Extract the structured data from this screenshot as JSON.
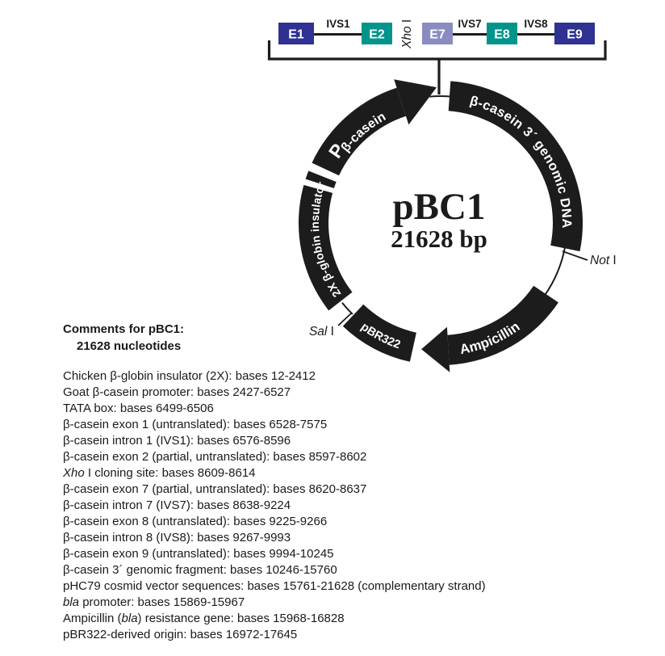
{
  "exon_map": {
    "exons": [
      {
        "label": "E1"
      },
      {
        "label": "E2"
      },
      {
        "label": "E7"
      },
      {
        "label": "E8"
      },
      {
        "label": "E9"
      }
    ],
    "introns": [
      {
        "label": "IVS1"
      },
      {
        "label": "IVS7"
      },
      {
        "label": "IVS8"
      }
    ],
    "cloning_site": {
      "italic": "Xho",
      "regular": " I"
    }
  },
  "plasmid": {
    "name": "pBC1",
    "size": "21628 bp",
    "segments": {
      "promoter_prefix": "P",
      "promoter_sub": "β-casein",
      "genomic": "β-casein 3´ genomic DNA",
      "insulator": "2X β-globin insulator",
      "ampicillin": "Ampicillin",
      "pbr322": "pBR322"
    },
    "sites": {
      "not": {
        "italic": "Not",
        "regular": " I"
      },
      "sal": {
        "italic": "Sal",
        "regular": " I"
      }
    }
  },
  "comments": {
    "heading": "Comments for pBC1:",
    "subheading": "21628 nucleotides",
    "lines": [
      {
        "pre": "Chicken β-globin insulator (2X): bases 12-2412",
        "it": "",
        "post": ""
      },
      {
        "pre": "Goat β-casein promoter: bases 2427-6527",
        "it": "",
        "post": ""
      },
      {
        "pre": "TATA box: bases 6499-6506",
        "it": "",
        "post": ""
      },
      {
        "pre": "β-casein exon 1 (untranslated): bases 6528-7575",
        "it": "",
        "post": ""
      },
      {
        "pre": "β-casein intron 1 (IVS1): bases 6576-8596",
        "it": "",
        "post": ""
      },
      {
        "pre": "β-casein exon 2 (partial, untranslated): bases 8597-8602",
        "it": "",
        "post": ""
      },
      {
        "pre": "",
        "it": "Xho",
        "post": " I cloning site: bases 8609-8614"
      },
      {
        "pre": "β-casein exon 7 (partial, untranslated): bases 8620-8637",
        "it": "",
        "post": ""
      },
      {
        "pre": "β-casein intron 7 (IVS7): bases 8638-9224",
        "it": "",
        "post": ""
      },
      {
        "pre": "β-casein exon 8 (untranslated): bases 9225-9266",
        "it": "",
        "post": ""
      },
      {
        "pre": "β-casein intron 8 (IVS8): bases 9267-9993",
        "it": "",
        "post": ""
      },
      {
        "pre": "β-casein exon 9 (untranslated): bases 9994-10245",
        "it": "",
        "post": ""
      },
      {
        "pre": "β-casein 3´ genomic fragment: bases 10246-15760",
        "it": "",
        "post": ""
      },
      {
        "pre": "pHC79 cosmid vector sequences: bases 15761-21628 (complementary strand)",
        "it": "",
        "post": ""
      },
      {
        "pre": "",
        "it": "bla",
        "post": " promoter: bases 15869-15967"
      },
      {
        "pre": "Ampicillin (",
        "it": "bla",
        "post": ") resistance gene: bases 15968-16828"
      },
      {
        "pre": "pBR322-derived origin: bases 16972-17645",
        "it": "",
        "post": ""
      }
    ]
  },
  "colors": {
    "exon_dark": "#2F3193",
    "exon_teal": "#00948C",
    "exon_light": "#8A8CC1",
    "band": "#1C1C1C"
  }
}
